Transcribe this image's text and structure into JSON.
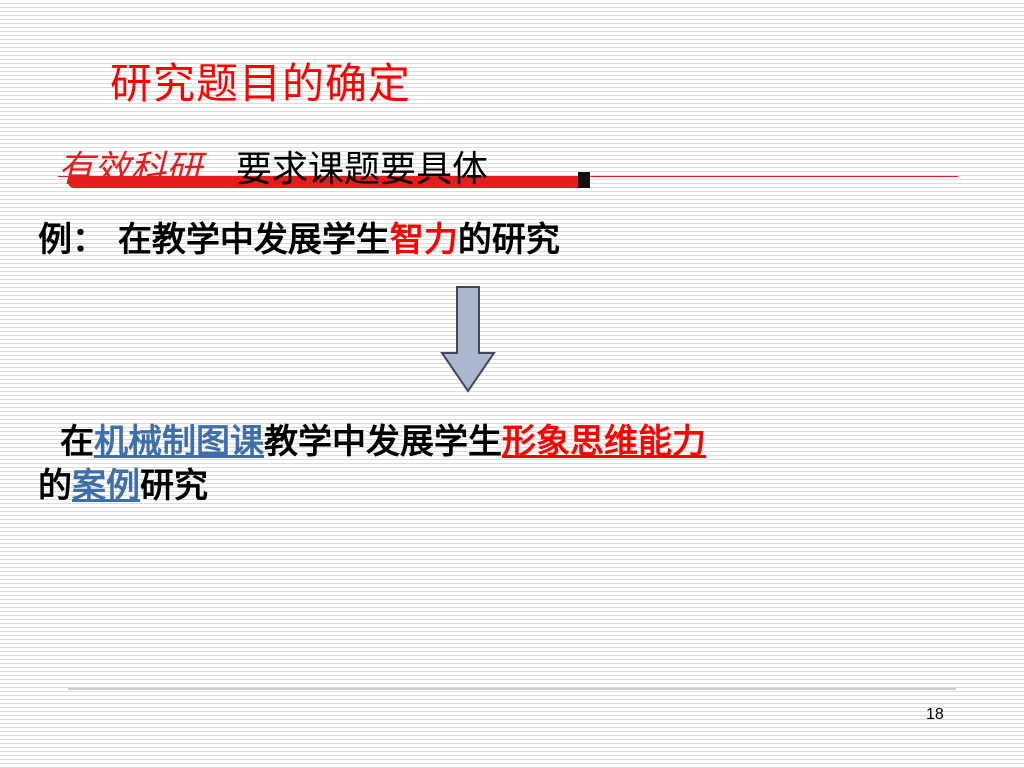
{
  "slide": {
    "title": "研究题目的确定",
    "subtitle_emphasis": "有效科研",
    "subtitle_rest": "要求课题要具体",
    "example": {
      "prefix": "例：  在教学中发展学生",
      "highlight": "智力",
      "suffix": "的研究"
    },
    "result": {
      "p1": "在",
      "b1": "机械制图课",
      "p2": "教学中发展学生",
      "r1": "形象思维能力",
      "p3": "的",
      "b2": "案例",
      "p4": "研究"
    },
    "page_number": "18",
    "arrow_icon": "down-arrow-icon",
    "colors": {
      "title": "#ff0000",
      "emphasis": "#e02020",
      "link_blue": "#3f6faa",
      "arrow_fill": "#a9b7cf"
    }
  }
}
